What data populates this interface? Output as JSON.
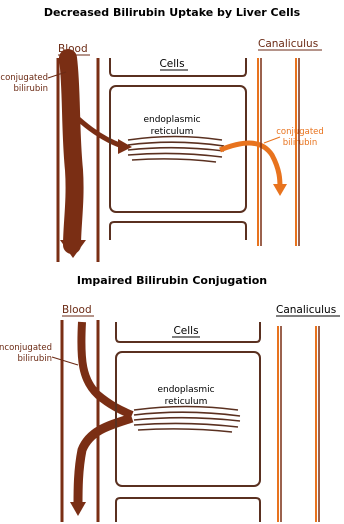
{
  "colors": {
    "dark_brown": "#7a2e14",
    "orange": "#e8731e",
    "cell_outline": "#5a3020",
    "text_dark_brown": "#6b2a14",
    "text_orange": "#e8731e"
  },
  "panels": [
    {
      "title": "Decreased Bilirubin Uptake by Liver Cells",
      "blood_label": "Blood",
      "cells_label": "Cells",
      "canaliculus_label": "Canaliculus",
      "unconjugated_label_line1": "unconjugated",
      "unconjugated_label_line2": "bilirubin",
      "er_label_line1": "endoplasmic",
      "er_label_line2": "reticulum",
      "conjugated_label_line1": "conjugated",
      "conjugated_label_line2": "bilirubin"
    },
    {
      "title": "Impaired Bilirubin Conjugation",
      "blood_label": "Blood",
      "cells_label": "Cells",
      "canaliculus_label": "Canaliculus",
      "unconjugated_label_line1": "unconjugated",
      "unconjugated_label_line2": "bilirubin",
      "er_label_line1": "endoplasmic",
      "er_label_line2": "reticulum"
    }
  ]
}
